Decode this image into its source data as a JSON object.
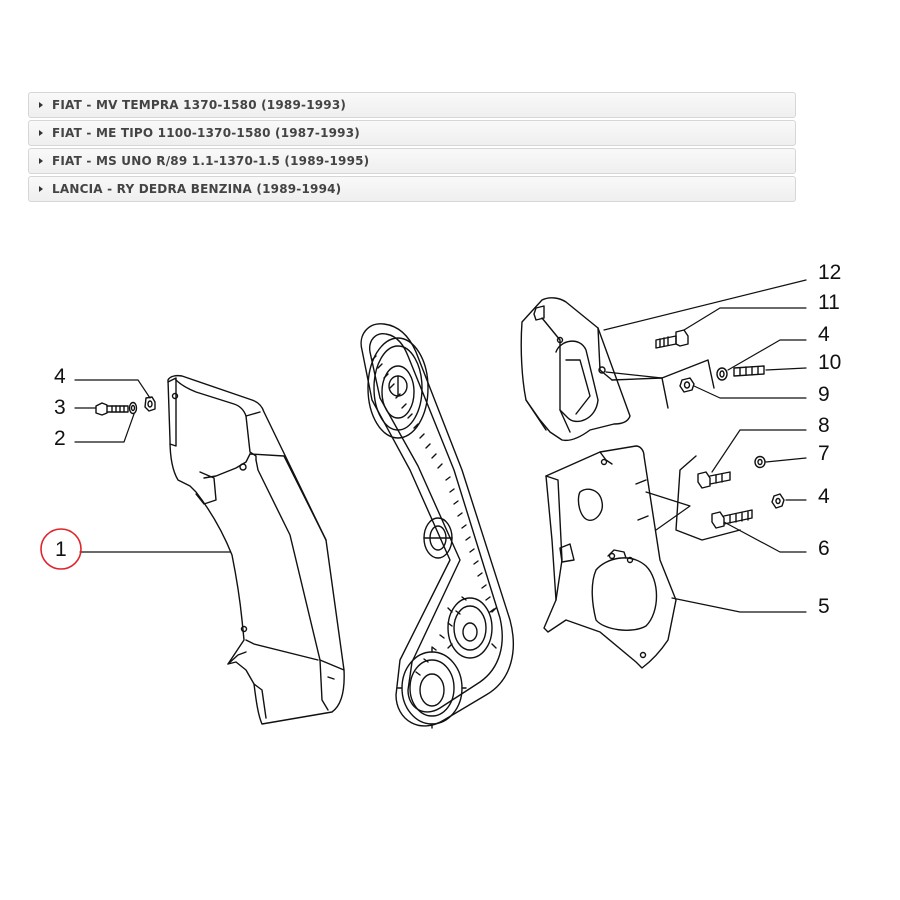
{
  "accordion": {
    "items": [
      {
        "label": "FIAT - MV TEMPRA 1370-1580 (1989-1993)"
      },
      {
        "label": "FIAT - ME TIPO 1100-1370-1580 (1987-1993)"
      },
      {
        "label": "FIAT - MS UNO R/89 1.1-1370-1.5 (1989-1995)"
      },
      {
        "label": "LANCIA - RY DEDRA BENZINA (1989-1994)"
      }
    ]
  },
  "diagram": {
    "highlight_color": "#e0242b",
    "callouts": {
      "left_4": "4",
      "left_3": "3",
      "left_2": "2",
      "left_1": "1",
      "right_12": "12",
      "right_11": "11",
      "right_4a": "4",
      "right_10": "10",
      "right_9": "9",
      "right_8": "8",
      "right_7": "7",
      "right_4b": "4",
      "right_6": "6",
      "right_5": "5"
    }
  }
}
